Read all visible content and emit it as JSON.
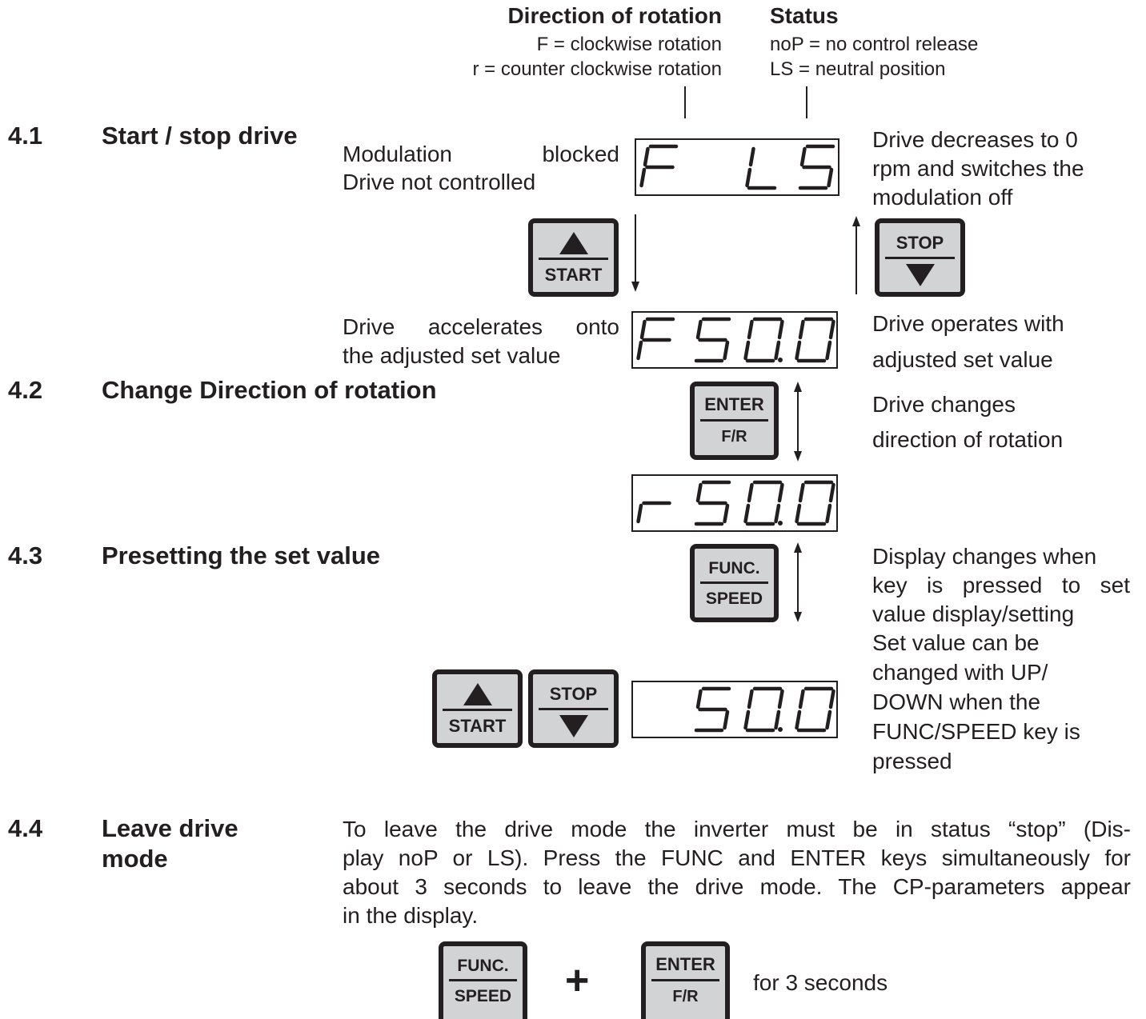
{
  "legend": {
    "direction": {
      "title": "Direction of rotation",
      "line1": "F = clockwise rotation",
      "line2": "r = counter clockwise rotation"
    },
    "status": {
      "title": "Status",
      "line1": "noP = no control release",
      "line2": "LS = neutral position"
    }
  },
  "sections": {
    "s41": {
      "num": "4.1",
      "title": "Start / stop drive"
    },
    "s42": {
      "num": "4.2",
      "title": "Change Direction of rotation"
    },
    "s43": {
      "num": "4.3",
      "title": "Presetting the set value"
    },
    "s44": {
      "num": "4.4",
      "title_line1": "Leave drive",
      "title_line2": "mode"
    }
  },
  "notes": {
    "modulation_blocked_a": "Modulation",
    "modulation_blocked_b": "blocked",
    "drive_not_controlled": "Drive not controlled",
    "decreases_1": "Drive decreases to 0",
    "decreases_2": "rpm and switches the",
    "decreases_3": "modulation off",
    "accelerates_1": "Drive accelerates onto",
    "accelerates_2": "the adjusted set value",
    "operates_1": "Drive operates with",
    "operates_2": "adjusted set value",
    "changes_1": "Drive changes",
    "changes_2": "direction of rotation",
    "display_changes_1": "Display changes when",
    "display_changes_2": "key is pressed to set",
    "display_changes_3": "value display/setting",
    "set_value_1": "Set value can be",
    "set_value_2": "changed with UP/",
    "set_value_3": "DOWN when the",
    "set_value_4": "FUNC/SPEED key is",
    "set_value_5": "pressed"
  },
  "displays": {
    "d1": {
      "left": "F",
      "right": "LS"
    },
    "d2": {
      "left": "F",
      "right": "50.0"
    },
    "d3": {
      "left": "r",
      "right": "50.0"
    },
    "d4": {
      "left": "",
      "right": "50.0"
    }
  },
  "keys": {
    "start": "START",
    "stop": "STOP",
    "enter_top": "ENTER",
    "enter_bottom": "F/R",
    "func_top": "FUNC.",
    "func_bottom": "SPEED"
  },
  "leave": {
    "paragraph_1": "To leave the drive mode the inverter must be in status “stop” (Dis-",
    "paragraph_2": "play noP or LS). Press the FUNC and ENTER keys simultaneously for",
    "paragraph_3": "about 3 seconds to leave the drive mode. The CP-parameters appear",
    "paragraph_4": "in the display.",
    "plus": "+",
    "for_3_seconds": "for 3 seconds"
  }
}
